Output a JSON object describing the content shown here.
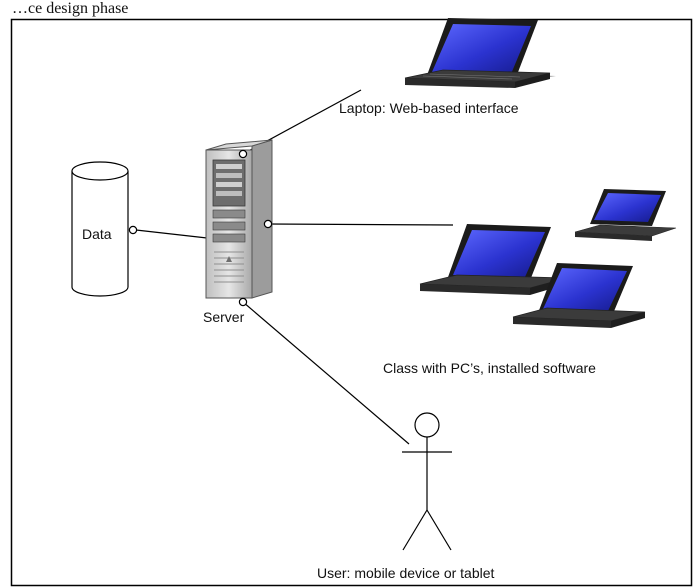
{
  "caption": "…ce design phase",
  "nodes": {
    "data": {
      "label": "Data"
    },
    "server": {
      "label": "Server"
    },
    "laptop": {
      "label": "Laptop: Web-based interface"
    },
    "class": {
      "label": "Class with PC’s, installed software"
    },
    "user": {
      "label": "User: mobile device or tablet"
    }
  },
  "connections": [
    {
      "from": "server",
      "to": "laptop"
    },
    {
      "from": "server",
      "to": "data"
    },
    {
      "from": "server",
      "to": "class"
    },
    {
      "from": "server",
      "to": "user"
    }
  ],
  "colors": {
    "screen": "#2f3bd6",
    "screen_edge": "#5b6cff",
    "laptop_body": "#4a4a4a",
    "server_body": "#c9c9c9",
    "frame": "#000000"
  }
}
